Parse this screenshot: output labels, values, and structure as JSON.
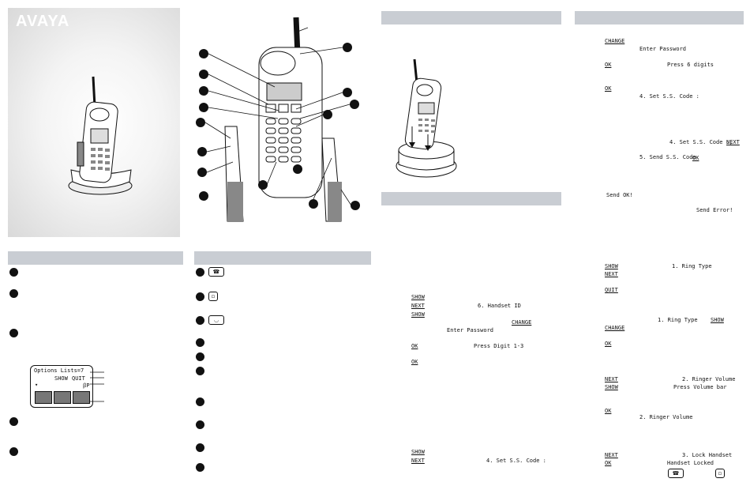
{
  "cover": {
    "logo": "AVAYA"
  },
  "options_section": {
    "display_line1": "Options Lists=7",
    "display_show": "SHOW",
    "display_quit": "QUIT",
    "display_arrow": "▾",
    "display_code": "ꞵP"
  },
  "handset_id_steps": {
    "show_1": "SHOW",
    "next_1": "NEXT",
    "menu_item": "6. Handset ID",
    "show_2": "SHOW",
    "change": "CHANGE",
    "enter_password": "Enter Password",
    "ok_1": "OK",
    "press_digit": "Press Digit 1-3",
    "ok_2": "OK",
    "show_3": "SHOW",
    "next_2": "NEXT",
    "set_code_menu": "4. Set S.S. Code :"
  },
  "ss_code_steps": {
    "change": "CHANGE",
    "enter_password": "Enter Password",
    "ok_1": "OK",
    "press_6_digits": "Press 6 digits",
    "ok_2": "OK",
    "set_code": "4. Set S.S. Code :",
    "set_code_2": "4. Set S.S. Code :,",
    "next": "NEXT",
    "send_code": "5. Send S.S. Code",
    "ok_3": "OK",
    "send_ok": "Send OK!",
    "send_error": "Send Error!"
  },
  "ring_steps": {
    "show_1": "SHOW",
    "ring_type_menu": "1. Ring Type",
    "next_1": "NEXT",
    "quit": "QUIT",
    "ring_type_2": "1. Ring Type",
    "show_2": "SHOW",
    "change": "CHANGE",
    "ok_1": "OK",
    "next_2": "NEXT",
    "ringer_volume": "2. Ringer Volume",
    "show_3": "SHOW",
    "press_volume": "Press Volume bar",
    "ok_2": "OK",
    "ringer_volume_2": "2. Ringer Volume",
    "next_3": "NEXT",
    "lock_handset": "3. Lock Handset",
    "ok_3": "OK",
    "handset_locked": "Handset Locked"
  }
}
